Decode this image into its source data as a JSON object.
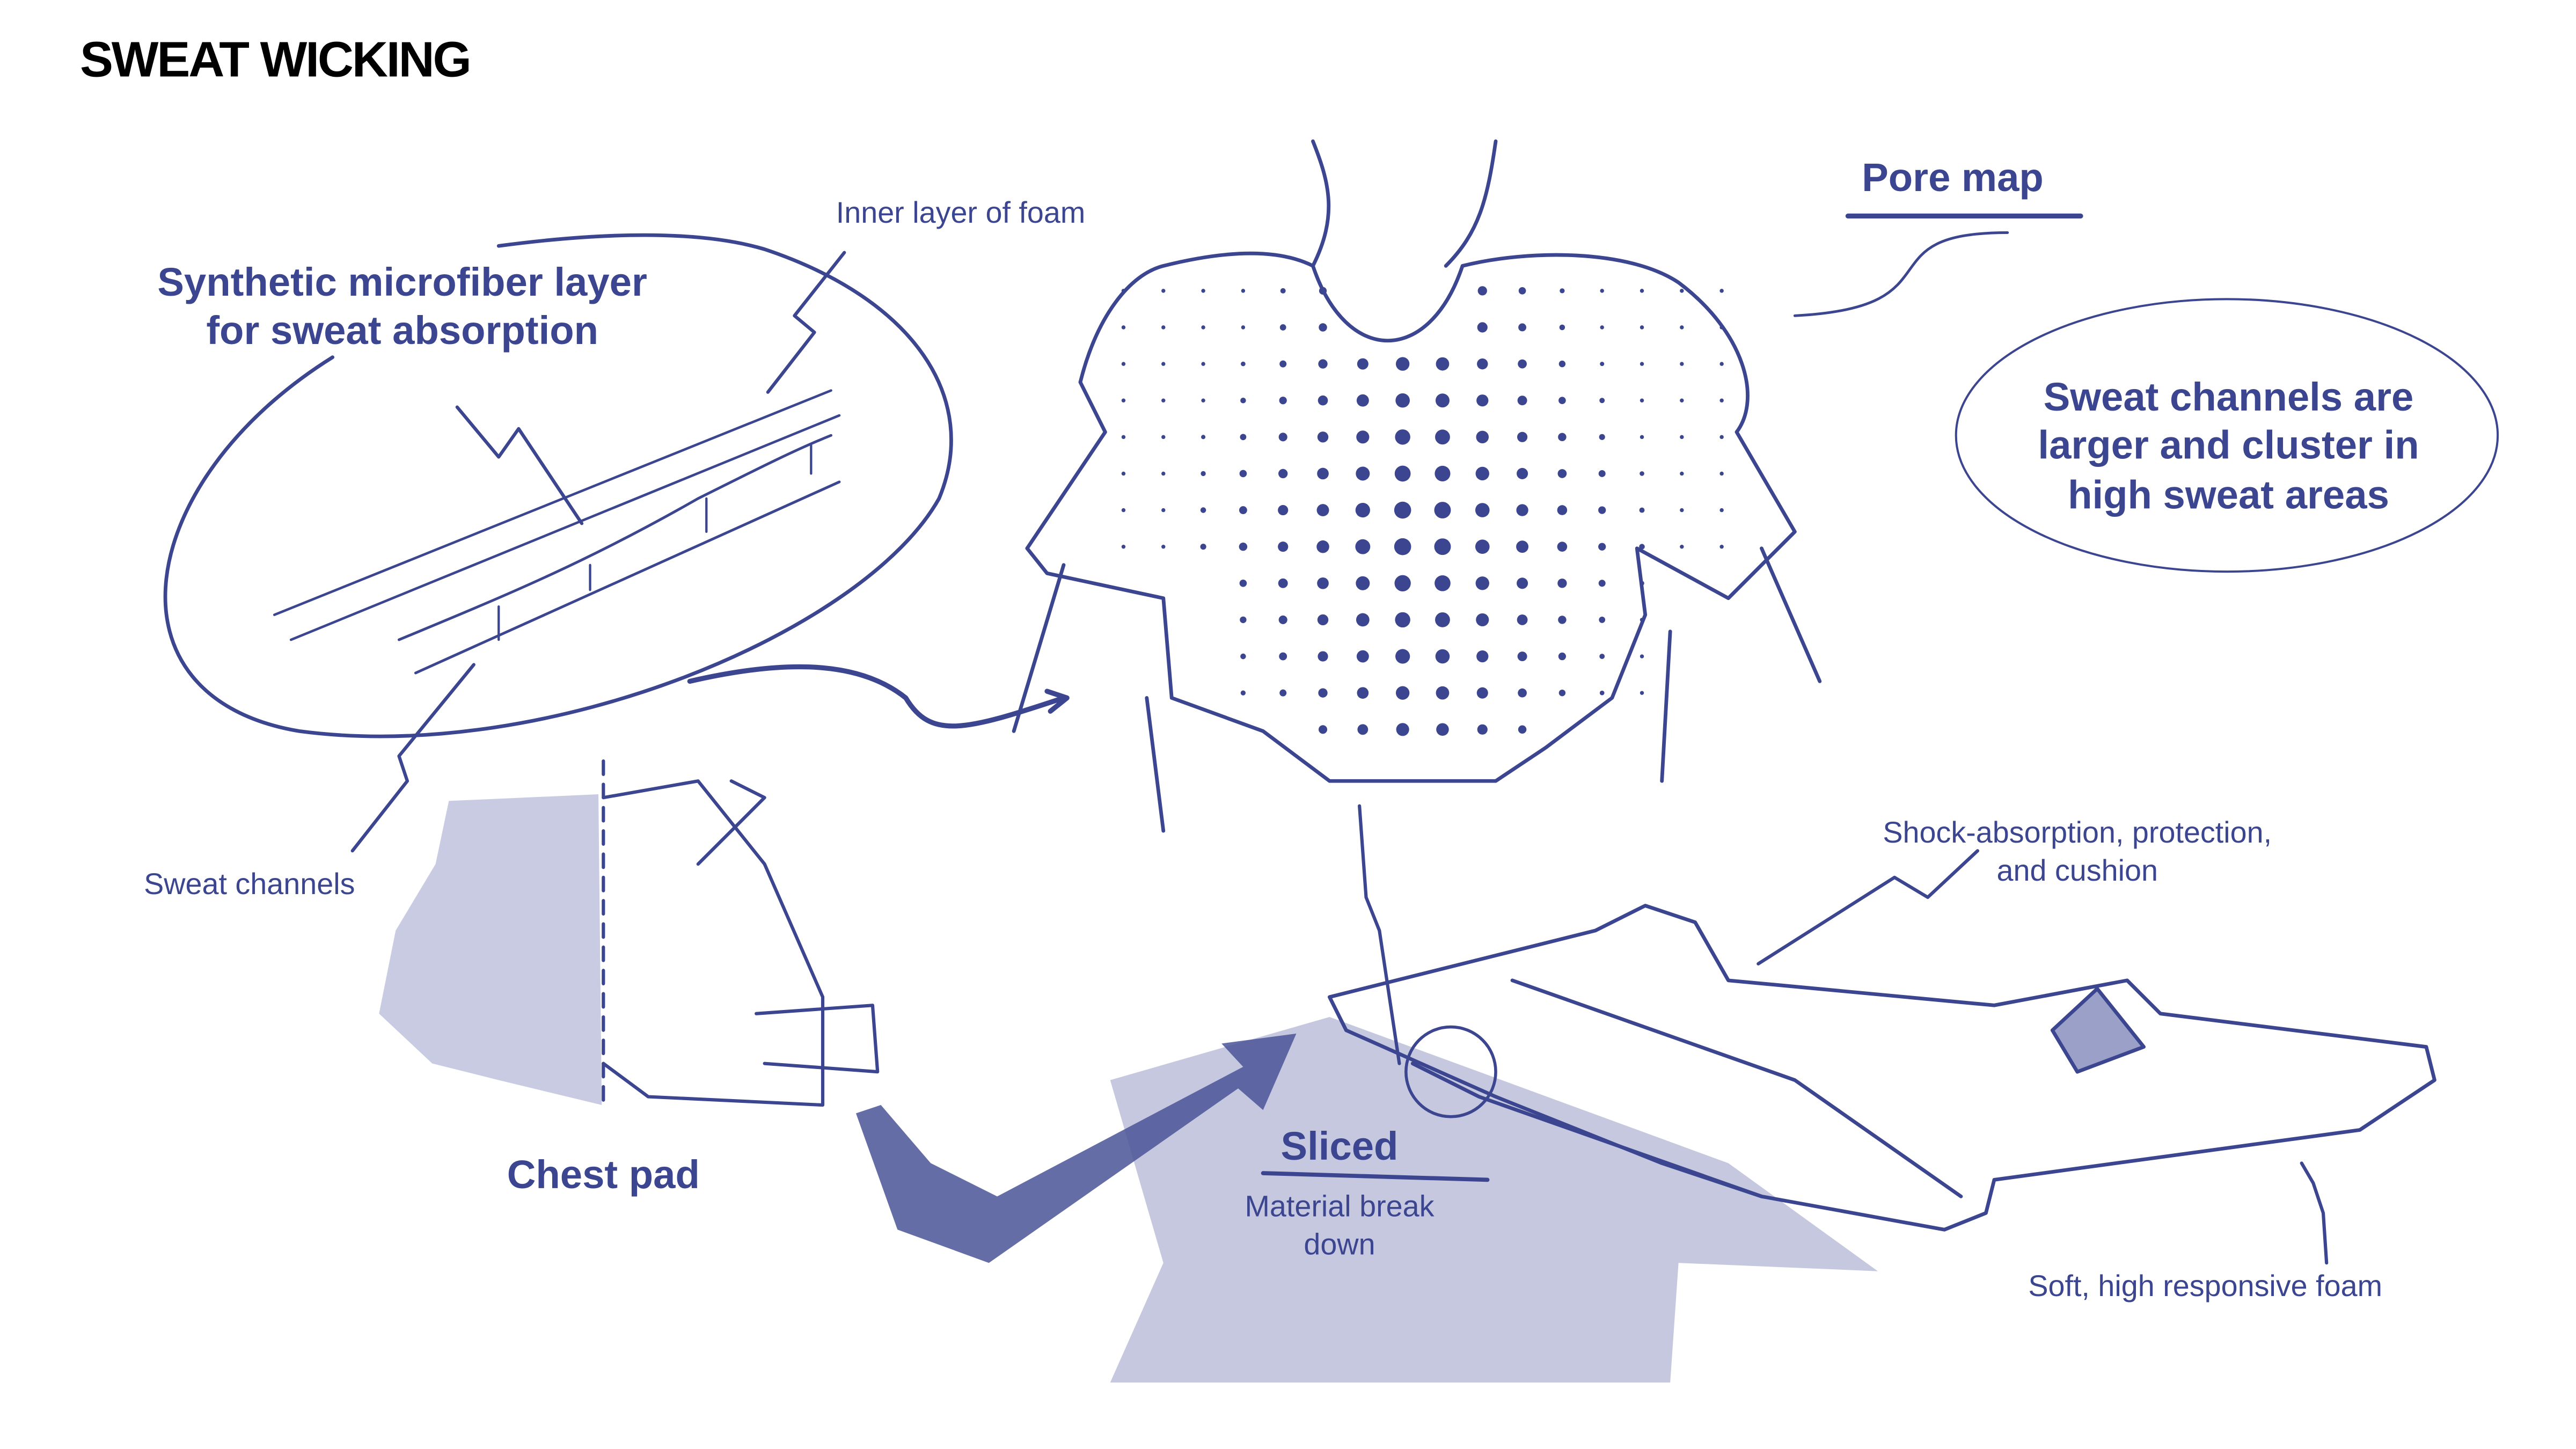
{
  "title": "SWEAT WICKING",
  "labels": {
    "inner_layer": "Inner layer of foam",
    "microfiber_line1": "Synthetic microfiber layer",
    "microfiber_line2": "for sweat absorption",
    "sweat_channels": "Sweat channels",
    "chest_pad": "Chest pad",
    "pore_map": "Pore map",
    "cluster_line1": "Sweat channels are",
    "cluster_line2": "larger and cluster in",
    "cluster_line3": "high sweat areas",
    "shock_line1": "Shock-absorption, protection,",
    "shock_line2": "and cushion",
    "sliced": "Sliced",
    "material_line1": "Material break",
    "material_line2": "down",
    "soft_foam": "Soft, high responsive foam"
  },
  "colors": {
    "ink": "#3c4690",
    "shadow": "#c5c8df",
    "title": "#000000"
  }
}
